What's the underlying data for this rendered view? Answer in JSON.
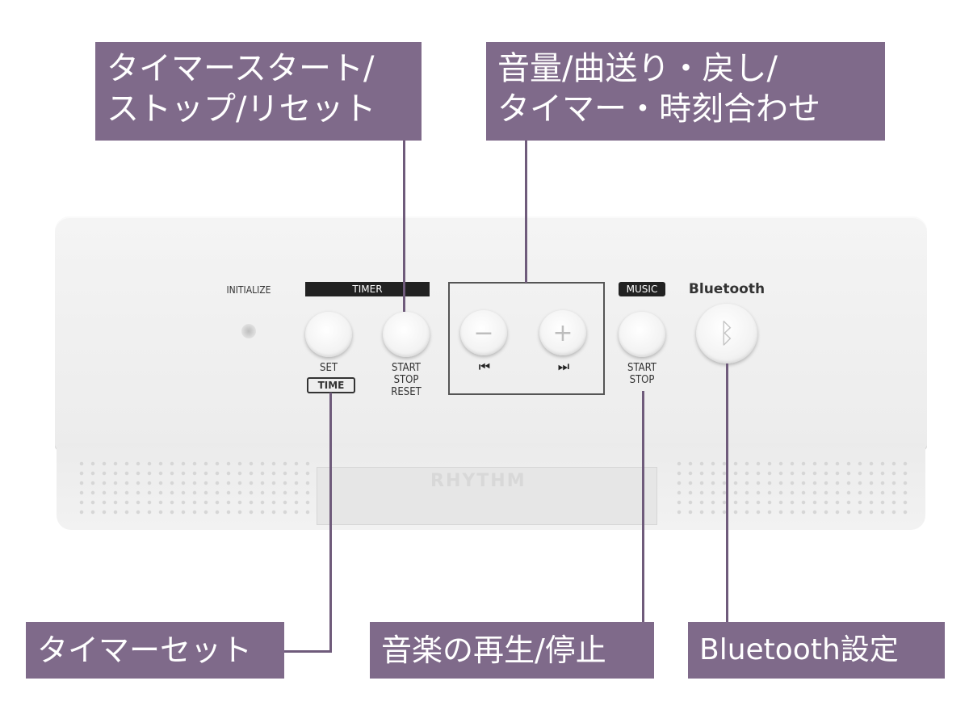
{
  "callouts": {
    "timer_start": [
      "タイマースタート/",
      "ストップ/リセット"
    ],
    "volume": [
      "音量/曲送り・戻し/",
      "タイマー・時刻合わせ"
    ],
    "timer_set": "タイマーセット",
    "music_play": "音楽の再生/停止",
    "bluetooth_setting": "Bluetooth設定"
  },
  "panel": {
    "initialize": "INITIALIZE",
    "timer_bar": "TIMER",
    "music_tag": "MUSIC",
    "bluetooth": "Bluetooth",
    "set_label": "SET",
    "time_tag": "TIME",
    "timer_start_label": [
      "START",
      "STOP",
      "RESET"
    ],
    "music_start_label": [
      "START",
      "STOP"
    ],
    "prev_symbol": "⏮",
    "next_symbol": "⏭",
    "minus_symbol": "−",
    "plus_symbol": "+",
    "bluetooth_symbol": "ᛒ",
    "display_ghost": "RHYTHM"
  },
  "colors": {
    "callout_bg": "#7f6a8a",
    "leader": "#6f5b7b"
  }
}
